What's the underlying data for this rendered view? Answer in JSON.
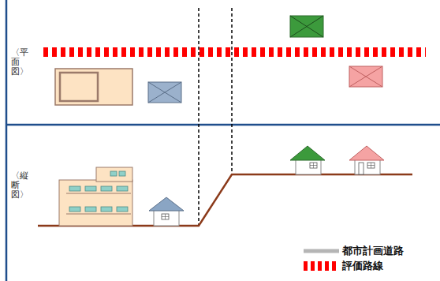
{
  "diagram": {
    "labels": [
      "〈平面図〉",
      "〈縦断図〉"
    ],
    "legend": [
      {
        "text": "都市計画道路"
      },
      {
        "text": "評価路線"
      }
    ]
  }
}
